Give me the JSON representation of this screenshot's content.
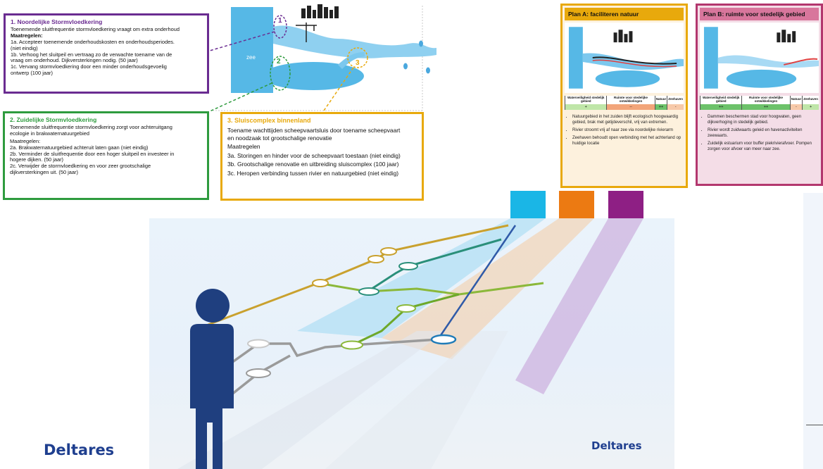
{
  "box1": {
    "title": "1. Noordelijke Stormvloedkering",
    "lines": [
      "Toenemende sluitfrequentie stormvloedkering vraagt om extra onderhoud",
      "Maatregelen:",
      "1a. Accepteer toenemende onderhoudskosten en onderhoudsperiodes.",
      "(niet eindig)",
      "1b. Verhoog het sluitpeil en vertraag zo de verwachte toename van de",
      "vraag om onderhoud. Dijkversterkingen nodig. (50 jaar)",
      "1c. Vervang stormvloedkering door een minder onderhoudsgevoelig",
      "ontwerp (100 jaar)"
    ]
  },
  "box2": {
    "title": "2. Zuidelijke Stormvloedkering",
    "lines": [
      "Toenemende sluitfrequentie stormvloedkering zorgt voor achteruitgang",
      "ecologie in brakwaternatuurgebied",
      "Maatregelen:",
      "2a. Brakwaternatuurgebied achteruit laten gaan (niet eindig)",
      "2b. Verminder de sluitfrequentie door een hoger sluitpeil en investeer in",
      "hogere dijken. (50 jaar)",
      "2c. Verwijder de stormvloedkering en voor zeer grootschalige",
      "dijkversterkingen uit. (50 jaar)"
    ]
  },
  "box3": {
    "title": "3. Sluiscomplex binnenland",
    "lines": [
      "Toename wachttijden scheepvaartsluis door toename scheepvaart",
      "en noodzaak tot grootschalige renovatie",
      "Maatregelen",
      "3a. Storingen en hinder voor de scheepvaart toestaan (niet eindig)",
      "3b. Grootschalige renovatie en uitbreiding sluiscomplex (100 jaar)",
      "3c. Heropen verbinding tussen rivier en natuurgebied (niet eindig)"
    ]
  },
  "map": {
    "sea_label": "zee",
    "marker_1": "1",
    "marker_2": "2",
    "marker_3": "3"
  },
  "planA": {
    "title": "Plan A: faciliteren natuur",
    "table_headers": [
      "Waterveiligheid stedelijk gebied",
      "Ruimte voor stedelijke ontwikkelingen",
      "Natuur",
      "Zeehaven"
    ],
    "table_scores": [
      "+",
      "--",
      "++",
      "-"
    ],
    "bullets": [
      "Natuurgebied in het zuiden blijft ecologisch hoogwaardig gebied, brak met getijdeverschil, vrij van extremen.",
      "Rivier stroomt vrij af naar zee via noordelijke rivierarm",
      "Zeehaven behoudt open verbinding met het achterland op huidige locatie"
    ]
  },
  "planB": {
    "title": "Plan B: ruimte voor stedelijk gebied",
    "table_headers": [
      "Waterveiligheid stedelijk gebied",
      "Ruimte voor stedelijke ontwikkelingen",
      "Natuur",
      "Zeehaven"
    ],
    "table_scores": [
      "++",
      "++",
      "-",
      "+"
    ],
    "bullets": [
      "Dammen beschermen stad voor hoogwaten, geen dijkverhoging in stedelijk gebied.",
      "Rivier wordt zuidwaarts geleid en havenactiviteiten zeewaarts.",
      "Zuidelijk estuarium voor buffer piekrivierafvoer. Pompen zorgen voor afvoer van meer naar zee."
    ]
  },
  "colors": {
    "purple": "#6a2c91",
    "green": "#2e9b3e",
    "yellow": "#e8a90c",
    "cyan": "#1ab6e6",
    "orange": "#ec7a12",
    "magenta": "#8e1f84",
    "navy": "#1f3f7f"
  },
  "logos": {
    "left": "Deltares",
    "right": "Deltares"
  }
}
